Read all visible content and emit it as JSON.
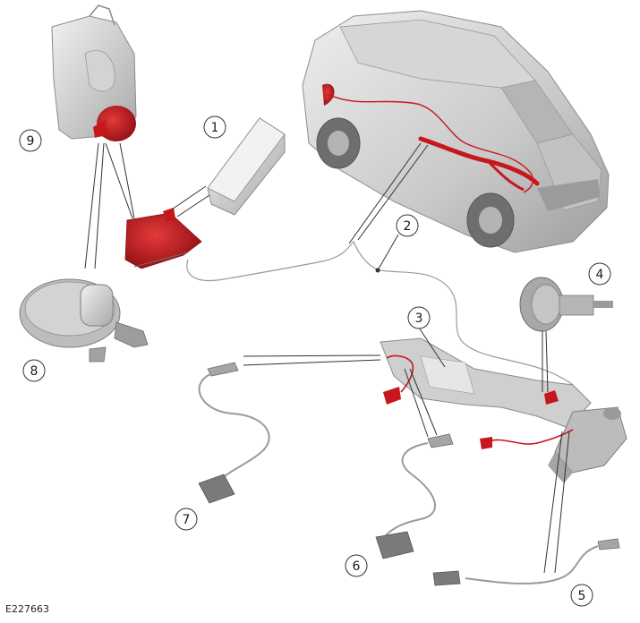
{
  "figure": {
    "reference_code": "E227663"
  },
  "callouts": [
    {
      "id": "1",
      "label": "1"
    },
    {
      "id": "2",
      "label": "2"
    },
    {
      "id": "3",
      "label": "3"
    },
    {
      "id": "4",
      "label": "4"
    },
    {
      "id": "5",
      "label": "5"
    },
    {
      "id": "6",
      "label": "6"
    },
    {
      "id": "7",
      "label": "7"
    },
    {
      "id": "8",
      "label": "8"
    },
    {
      "id": "9",
      "label": "9"
    }
  ],
  "colors": {
    "highlight": "#c8161d",
    "highlight_dark": "#8e0c10",
    "component_light": "#e6e6e6",
    "component_mid": "#bdbdbd",
    "component_dark": "#8a8a8a",
    "line": "#333333",
    "wire": "#9a9a9a"
  }
}
